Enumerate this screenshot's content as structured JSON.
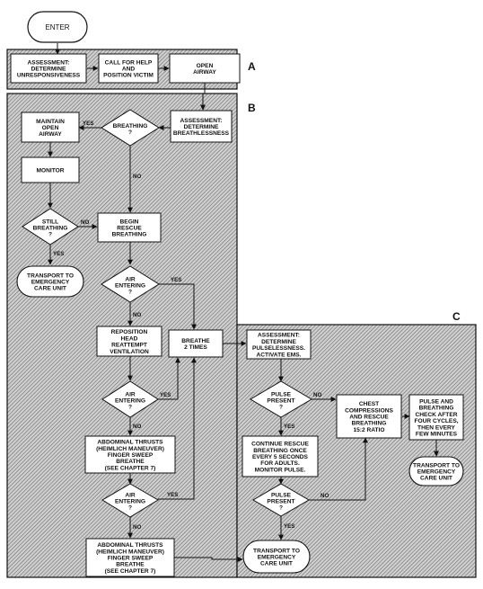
{
  "sections": {
    "a": "A",
    "b": "B",
    "c": "C"
  },
  "nodes": {
    "enter": [
      "ENTER"
    ],
    "assess_unresp": [
      "ASSESSMENT:",
      "DETERMINE",
      "UNRESPONSIVENESS"
    ],
    "call_help": [
      "CALL FOR HELP",
      "AND",
      "POSITION VICTIM"
    ],
    "open_airway": [
      "OPEN",
      "AIRWAY"
    ],
    "assess_breath": [
      "ASSESSMENT:",
      "DETERMINE",
      "BREATHLESSNESS"
    ],
    "breathing_q": [
      "BREATHING",
      "?"
    ],
    "maintain_airway": [
      "MAINTAIN",
      "OPEN",
      "AIRWAY"
    ],
    "monitor": [
      "MONITOR"
    ],
    "still_breathing_q": [
      "STILL",
      "BREATHING",
      "?"
    ],
    "transport_1": [
      "TRANSPORT TO",
      "EMERGENCY",
      "CARE UNIT"
    ],
    "begin_rescue": [
      "BEGIN",
      "RESCUE",
      "BREATHING"
    ],
    "air_entering_1": [
      "AIR",
      "ENTERING",
      "?"
    ],
    "reposition": [
      "REPOSITION",
      "HEAD",
      "REATTEMPT",
      "VENTILATION"
    ],
    "breathe_2": [
      "BREATHE",
      "2 TIMES"
    ],
    "air_entering_2": [
      "AIR",
      "ENTERING",
      "?"
    ],
    "abdominal_1": [
      "ABDOMINAL THRUSTS",
      "(HEIMLICH MANEUVER)",
      "FINGER SWEEP",
      "BREATHE",
      "(SEE CHAPTER 7)"
    ],
    "air_entering_3": [
      "AIR",
      "ENTERING",
      "?"
    ],
    "abdominal_2": [
      "ABDOMINAL THRUSTS",
      "(HEIMLICH MANEUVER)",
      "FINGER SWEEP",
      "BREATHE",
      "(SEE CHAPTER 7)"
    ],
    "assess_pulse": [
      "ASSESSMENT:",
      "DETERMINE",
      "PULSELESSNESS.",
      "ACTIVATE EMS."
    ],
    "pulse_present_1": [
      "PULSE",
      "PRESENT",
      "?"
    ],
    "chest_comp": [
      "CHEST",
      "COMPRESSIONS",
      "AND RESCUE",
      "BREATHING",
      "15:2 RATIO"
    ],
    "pulse_check": [
      "PULSE AND",
      "BREATHING",
      "CHECK AFTER",
      "FOUR CYCLES,",
      "THEN EVERY",
      "FEW MINUTES"
    ],
    "transport_c": [
      "TRANSPORT TO",
      "EMERGENCY",
      "CARE UNIT"
    ],
    "continue_rescue": [
      "CONTINUE RESCUE",
      "BREATHING ONCE",
      "EVERY 5 SECONDS",
      "FOR ADULTS.",
      "MONITOR PULSE."
    ],
    "pulse_present_2": [
      "PULSE",
      "PRESENT",
      "?"
    ],
    "transport_2": [
      "TRANSPORT TO",
      "EMERGENCY",
      "CARE UNIT"
    ]
  },
  "edge_labels": {
    "yes": "YES",
    "no": "NO"
  },
  "colors": {
    "hatch": "#707070",
    "panel_bg": "#d8d8d8",
    "box_fill": "#ffffff",
    "stroke": "#111111"
  }
}
